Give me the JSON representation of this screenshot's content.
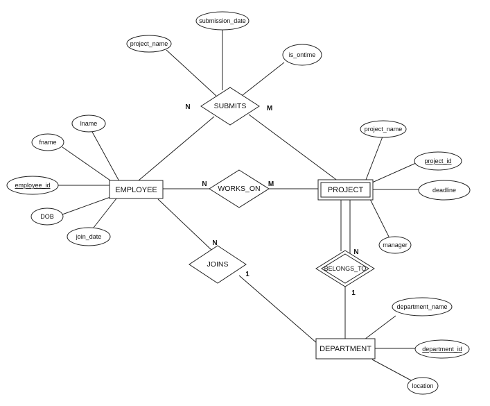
{
  "entities": {
    "employee": "EMPLOYEE",
    "project": "PROJECT",
    "department": "DEPARTMENT"
  },
  "relationships": {
    "submits": "SUBMITS",
    "works_on": "WORKS_ON",
    "joins": "JOINS",
    "belongs_to": "BELONGS_TO"
  },
  "attributes": {
    "employee": {
      "lname": "lname",
      "fname": "fname",
      "employee_id": "employee_id",
      "dob": "DOB",
      "join_date": "join_date"
    },
    "submits": {
      "project_name": "project_name",
      "submission_date": "submission_date",
      "is_ontime": "is_ontime"
    },
    "project": {
      "project_name": "project_name",
      "project_id": "project_id",
      "deadline": "deadline",
      "manager": "manager"
    },
    "department": {
      "department_name": "department_name",
      "department_id": "department_id",
      "location": "location"
    }
  },
  "cardinalities": {
    "submits_employee": "N",
    "submits_project": "M",
    "works_on_employee": "N",
    "works_on_project": "M",
    "joins_employee": "N",
    "joins_department": "1",
    "belongs_to_project": "N",
    "belongs_to_department": "1"
  }
}
